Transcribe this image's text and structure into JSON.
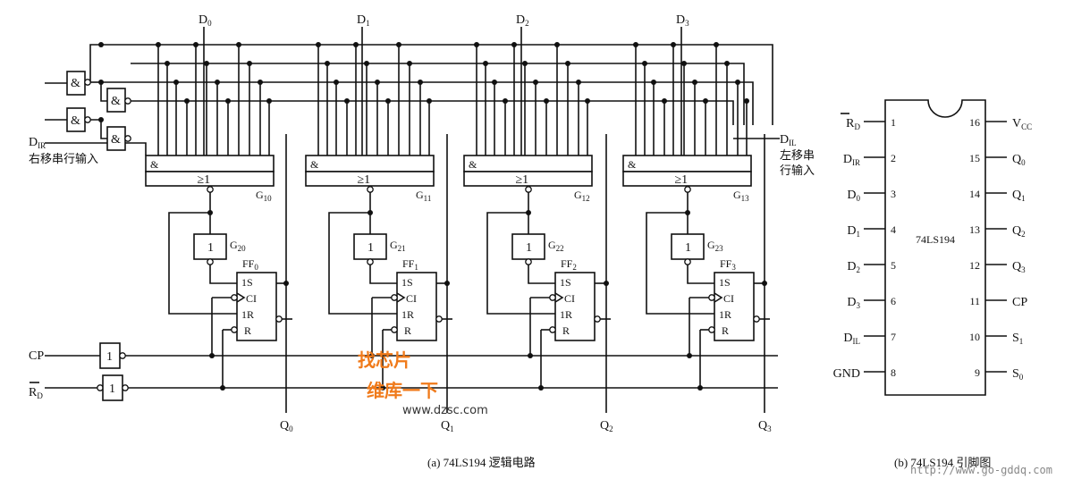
{
  "inputs": {
    "s1": {
      "main": "S",
      "sub": "1"
    },
    "s0": {
      "main": "S",
      "sub": "0"
    },
    "dir": {
      "main": "D",
      "sub": "IR",
      "desc": "右移串行输入"
    },
    "dil": {
      "main": "D",
      "sub": "IL",
      "desc1": "左移串",
      "desc2": "行输入"
    },
    "cp": "CP",
    "rd": {
      "main": "R",
      "sub": "D"
    },
    "d": [
      {
        "main": "D",
        "sub": "0"
      },
      {
        "main": "D",
        "sub": "1"
      },
      {
        "main": "D",
        "sub": "2"
      },
      {
        "main": "D",
        "sub": "3"
      }
    ]
  },
  "gates": {
    "and_symbol": "&",
    "or_symbol": "≥1",
    "not_symbol": "1",
    "or_gates": [
      {
        "main": "G",
        "sub": "10"
      },
      {
        "main": "G",
        "sub": "11"
      },
      {
        "main": "G",
        "sub": "12"
      },
      {
        "main": "G",
        "sub": "13"
      }
    ],
    "inverters": [
      {
        "main": "G",
        "sub": "20"
      },
      {
        "main": "G",
        "sub": "21"
      },
      {
        "main": "G",
        "sub": "22"
      },
      {
        "main": "G",
        "sub": "23"
      }
    ]
  },
  "flipflops": [
    {
      "main": "FF",
      "sub": "0"
    },
    {
      "main": "FF",
      "sub": "1"
    },
    {
      "main": "FF",
      "sub": "2"
    },
    {
      "main": "FF",
      "sub": "3"
    }
  ],
  "ff_pins": {
    "s": "1S",
    "ci": "CI",
    "r1": "1R",
    "r": "R"
  },
  "outputs": [
    {
      "main": "Q",
      "sub": "0"
    },
    {
      "main": "Q",
      "sub": "1"
    },
    {
      "main": "Q",
      "sub": "2"
    },
    {
      "main": "Q",
      "sub": "3"
    }
  ],
  "chip": {
    "name": "74LS194",
    "left_pins": [
      {
        "num": "1",
        "main": "R",
        "sub": "D",
        "overline": true
      },
      {
        "num": "2",
        "main": "D",
        "sub": "IR"
      },
      {
        "num": "3",
        "main": "D",
        "sub": "0"
      },
      {
        "num": "4",
        "main": "D",
        "sub": "1"
      },
      {
        "num": "5",
        "main": "D",
        "sub": "2"
      },
      {
        "num": "6",
        "main": "D",
        "sub": "3"
      },
      {
        "num": "7",
        "main": "D",
        "sub": "IL"
      },
      {
        "num": "8",
        "main": "GND",
        "sub": ""
      }
    ],
    "right_pins": [
      {
        "num": "16",
        "main": "V",
        "sub": "CC"
      },
      {
        "num": "15",
        "main": "Q",
        "sub": "0"
      },
      {
        "num": "14",
        "main": "Q",
        "sub": "1"
      },
      {
        "num": "13",
        "main": "Q",
        "sub": "2"
      },
      {
        "num": "12",
        "main": "Q",
        "sub": "3"
      },
      {
        "num": "11",
        "main": "CP",
        "sub": ""
      },
      {
        "num": "10",
        "main": "S",
        "sub": "1"
      },
      {
        "num": "9",
        "main": "S",
        "sub": "0"
      }
    ]
  },
  "captions": {
    "a": "(a) 74LS194 逻辑电路",
    "b": "(b) 74LS194 引脚图"
  },
  "watermarks": {
    "logo_top": "找芯片",
    "logo_bottom": "维库一下",
    "site1": "www.dzsc.com",
    "site2": "http://www.go-gddq.com"
  }
}
